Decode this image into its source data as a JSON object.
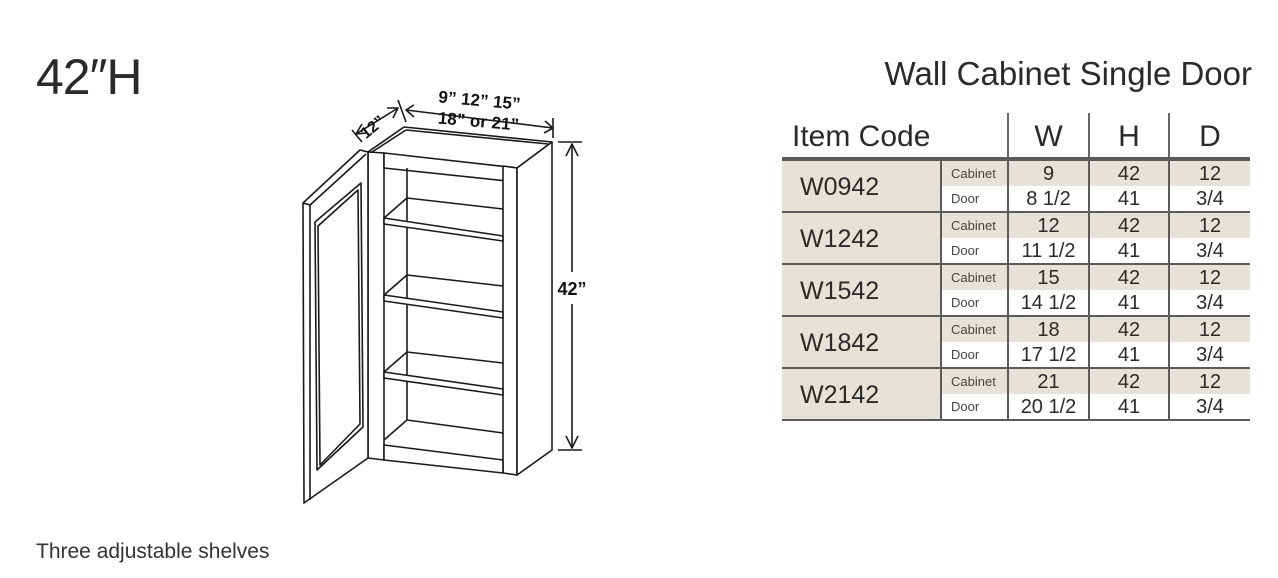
{
  "header": {
    "height_label": "42″H",
    "product_title": "Wall Cabinet Single Door"
  },
  "drawing": {
    "width_label_line1": "9” 12” 15”",
    "width_label_line2": "18” or 21”",
    "depth_label": "12”",
    "height_label": "42”"
  },
  "table": {
    "headers": {
      "code": "Item  Code",
      "w": "W",
      "h": "H",
      "d": "D"
    },
    "sub_labels": {
      "cabinet": "Cabinet",
      "door": "Door"
    },
    "rows": [
      {
        "code": "W0942",
        "cabinet": {
          "w": "9",
          "h": "42",
          "d": "12"
        },
        "door": {
          "w": "8 1/2",
          "h": "41",
          "d": "3/4"
        }
      },
      {
        "code": "W1242",
        "cabinet": {
          "w": "12",
          "h": "42",
          "d": "12"
        },
        "door": {
          "w": "11 1/2",
          "h": "41",
          "d": "3/4"
        }
      },
      {
        "code": "W1542",
        "cabinet": {
          "w": "15",
          "h": "42",
          "d": "12"
        },
        "door": {
          "w": "14 1/2",
          "h": "41",
          "d": "3/4"
        }
      },
      {
        "code": "W1842",
        "cabinet": {
          "w": "18",
          "h": "42",
          "d": "12"
        },
        "door": {
          "w": "17 1/2",
          "h": "41",
          "d": "3/4"
        }
      },
      {
        "code": "W2142",
        "cabinet": {
          "w": "21",
          "h": "42",
          "d": "12"
        },
        "door": {
          "w": "20 1/2",
          "h": "41",
          "d": "3/4"
        }
      }
    ]
  },
  "footnote": "Three adjustable shelves",
  "colors": {
    "row_shade": "#e6e2d8",
    "rule": "#5b5b5b",
    "text": "#2a2a2a"
  }
}
